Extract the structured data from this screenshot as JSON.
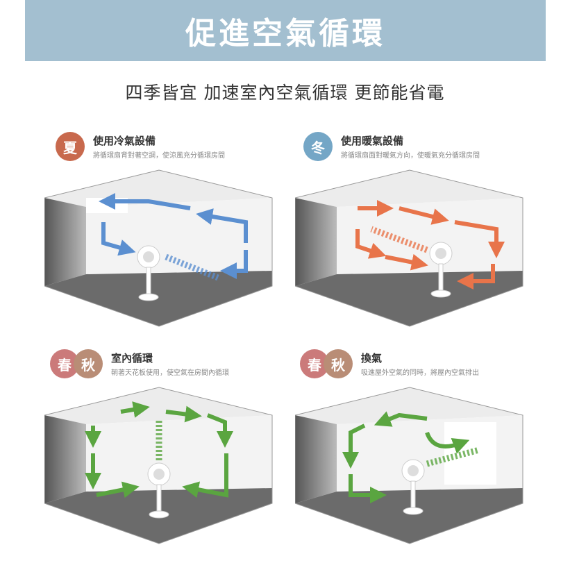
{
  "title": "促進空氣循環",
  "subtitle": "四季皆宜  加速室內空氣循環  更節能省電",
  "colors": {
    "banner": "#a3bfd0",
    "summer": "#c8694d",
    "winter": "#74a6c6",
    "spring": "#cb7a7a",
    "autumn": "#b98d76",
    "blue": "#5b8fd0",
    "orange": "#e8744a",
    "green": "#5aa540"
  },
  "panels": [
    {
      "badges": [
        "夏"
      ],
      "title": "使用冷氣設備",
      "desc": "將循環扇背對著空調，使涼風充分循環房間"
    },
    {
      "badges": [
        "冬"
      ],
      "title": "使用暖氣設備",
      "desc": "將循環扇面對暖氣方向，使暖氣充分循環房間"
    },
    {
      "badges": [
        "春",
        "秋"
      ],
      "title": "室內循環",
      "desc": "朝著天花板使用，使空氣在房間內循環"
    },
    {
      "badges": [
        "春",
        "秋"
      ],
      "title": "換氣",
      "desc": "吸進屋外空氣的同時，將屋內空氣排出"
    }
  ]
}
